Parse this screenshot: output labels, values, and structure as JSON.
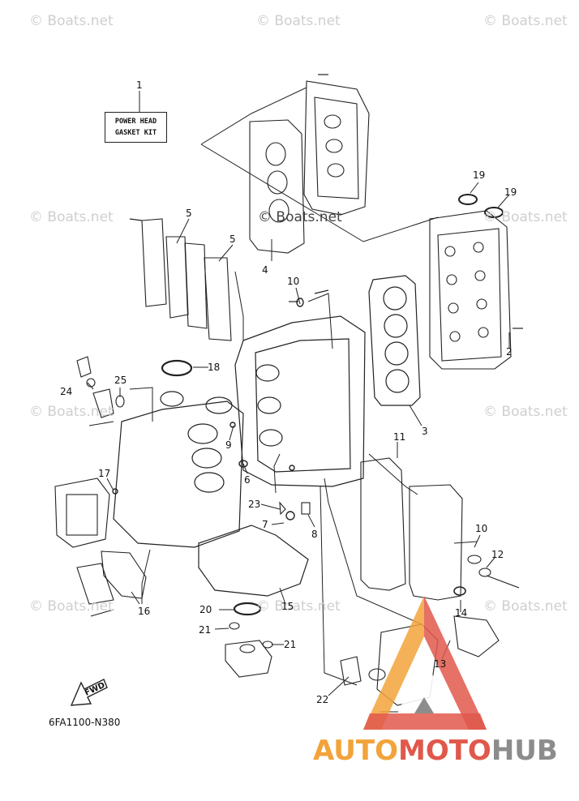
{
  "watermark_text": "© Boats.net",
  "kit_label": {
    "line1": "POWER HEAD",
    "line2": "GASKET KIT"
  },
  "figure_code": "6FA1100-N380",
  "fwd_label": "FWD",
  "brand": {
    "part1": "AUTO",
    "part2": "MOTO",
    "part3": "HUB"
  },
  "callouts": [
    "1",
    "2",
    "3",
    "4",
    "5",
    "5",
    "6",
    "7",
    "8",
    "9",
    "10",
    "10",
    "11",
    "12",
    "13",
    "14",
    "15",
    "16",
    "17",
    "18",
    "19",
    "19",
    "20",
    "21",
    "21",
    "22",
    "23",
    "24",
    "25"
  ],
  "colors": {
    "line": "#222222",
    "watermark": "#cfcfcf",
    "brand_orange": "#f2a33a",
    "brand_red": "#e0584c",
    "brand_gray": "#8c8c8c"
  }
}
